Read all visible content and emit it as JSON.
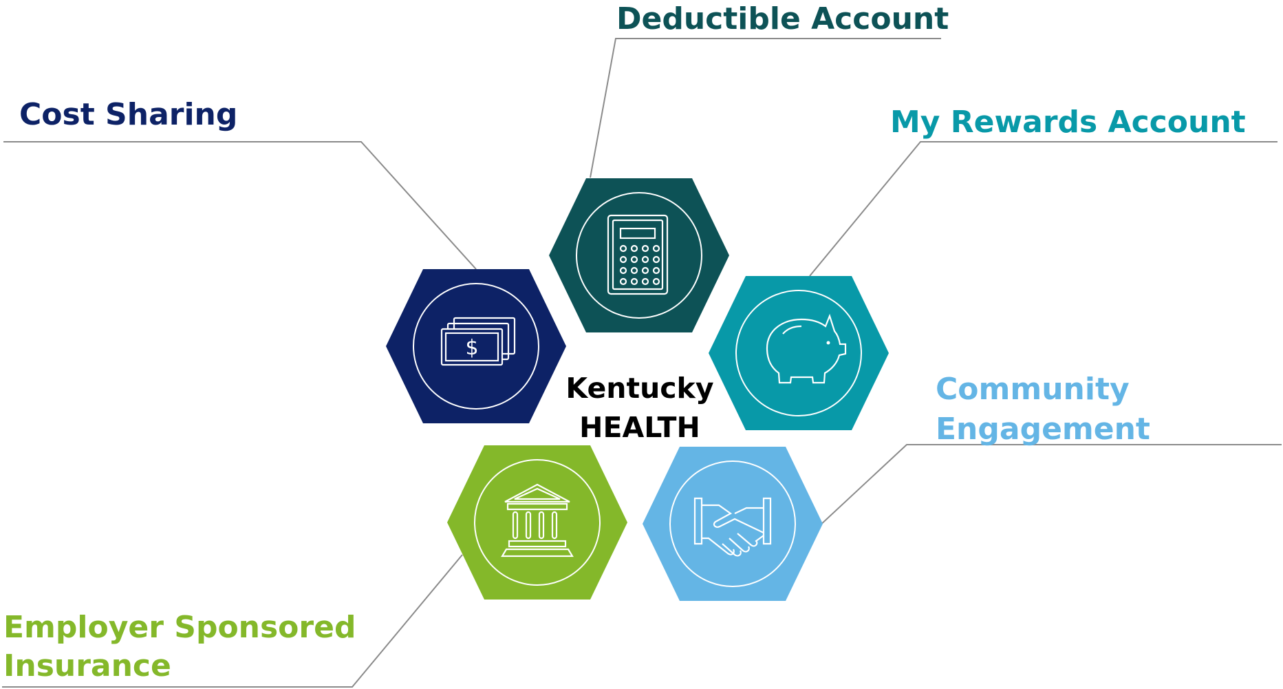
{
  "center": {
    "line1": "Kentucky",
    "line2": "HEALTH"
  },
  "nodes": [
    {
      "id": "deductible",
      "lines": [
        "Deductible Account"
      ],
      "color": "#0d5256",
      "icon": "calculator-icon"
    },
    {
      "id": "cost",
      "lines": [
        "Cost Sharing"
      ],
      "color": "#0d2266",
      "icon": "dollar-bills-icon"
    },
    {
      "id": "rewards",
      "lines": [
        "My Rewards Account"
      ],
      "color": "#0899a8",
      "icon": "piggy-bank-icon"
    },
    {
      "id": "community",
      "lines": [
        "Community",
        "Engagement"
      ],
      "color": "#64b5e5",
      "icon": "handshake-icon"
    },
    {
      "id": "employer",
      "lines": [
        "Employer Sponsored",
        "Insurance"
      ],
      "color": "#84b82a",
      "icon": "bank-building-icon"
    }
  ]
}
